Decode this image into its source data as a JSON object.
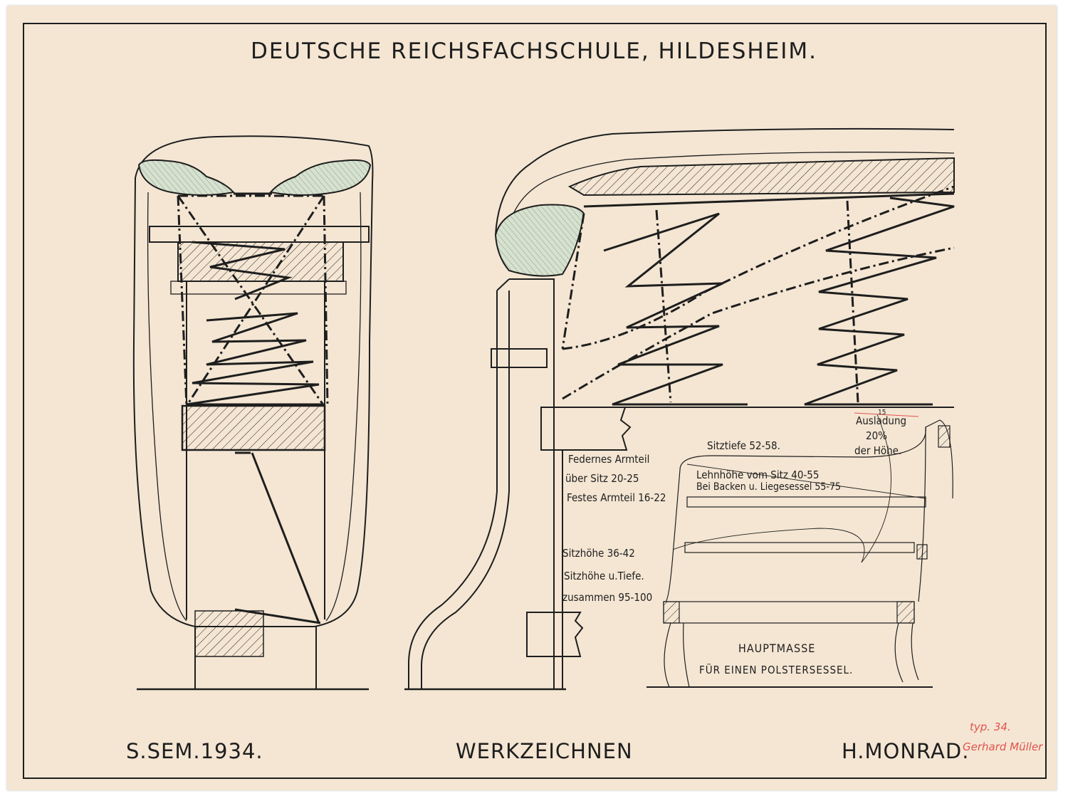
{
  "header": {
    "title": "DEUTSCHE REICHSFACHSCHULE, HILDESHEIM."
  },
  "footer": {
    "semester": "S.SEM.1934.",
    "subject": "WERKZEICHNEN",
    "author": "H.MONRAD."
  },
  "annotations": {
    "armrest_spring_1": "Federnes Armteil",
    "armrest_spring_2": "über Sitz 20-25",
    "armrest_fixed": "Festes Armteil 16-22",
    "seat_height": "Sitzhöhe 36-42",
    "seat_sum_1": "Sitzhöhe u.Tiefe.",
    "seat_sum_2": "zusammen 95-100",
    "seat_depth": "Sitztiefe 52-58.",
    "back_height_1": "Lehnhöhe vom Sitz 40-55",
    "back_height_2": "Bei Backen u. Liegesessel 55-75",
    "overhang_value": "15",
    "overhang_1": "Ausladung",
    "overhang_2": "20%",
    "overhang_3": "der Höhe.",
    "main_dims_1": "HAUPTMASSE",
    "main_dims_2": "FÜR EINEN POLSTERSESSEL."
  },
  "red_marks": {
    "line_1": "typ. 34.",
    "line_2": "Gerhard Müller"
  },
  "colors": {
    "paper": "#f4e6d3",
    "ink": "#1e1e1e",
    "green_wash": "#d6e2cf",
    "red_pencil": "#e2524f"
  }
}
